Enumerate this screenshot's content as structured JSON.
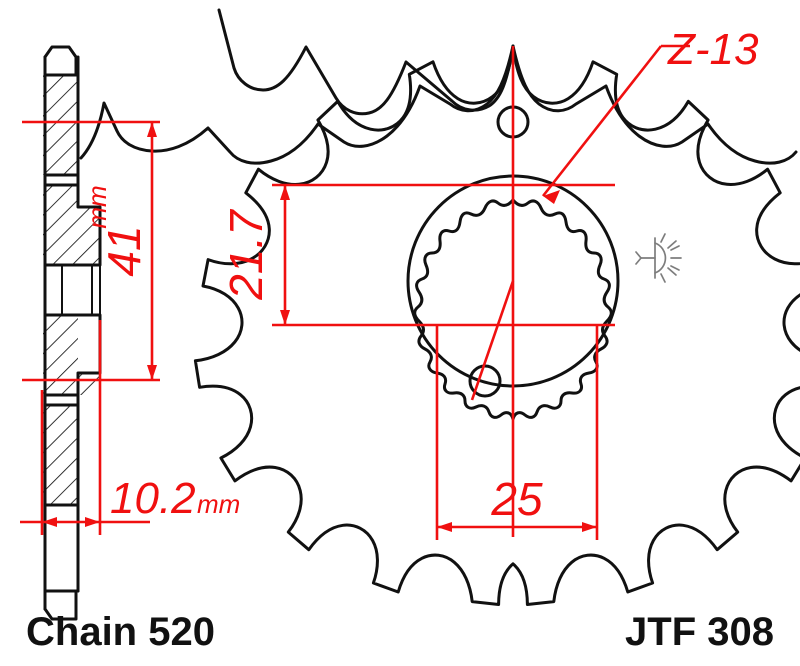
{
  "drawing": {
    "title_left": "Chain 520",
    "title_right": "JTF 308",
    "annotations": {
      "teeth": "Z-13",
      "bore_dim": "21.7",
      "thickness_value": "41",
      "thickness_unit": "mm",
      "width_value": "10.2",
      "width_unit": "mm",
      "hole_spacing": "25"
    },
    "colors": {
      "dimension": "#f01010",
      "outline": "#111111",
      "surface_mark": "#7d7d7d",
      "background": "#ffffff"
    },
    "icons": {
      "surface_finish": "sun-burst-icon",
      "leader": "leader-line-icon"
    },
    "views": {
      "section_view_name": "sprocket-section-view",
      "front_view_name": "sprocket-front-view"
    }
  }
}
